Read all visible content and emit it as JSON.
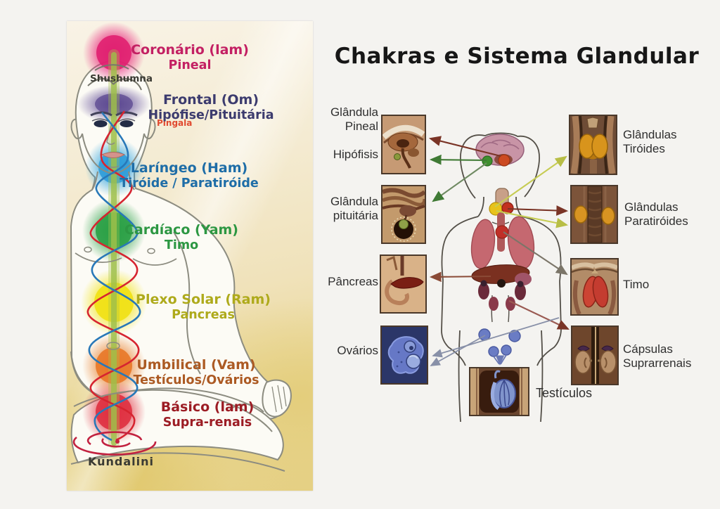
{
  "poster": {
    "title": "Chakras e Sistema Glandular",
    "title_color": "#171717"
  },
  "chakra_figure": {
    "nadis": {
      "shushumna": "Shushumna",
      "pingala": "Pingala",
      "kundalini": "Kundalini"
    },
    "chakras": [
      {
        "name": "Coronário (lam)",
        "gland": "Pineal",
        "color": "#c32063"
      },
      {
        "name": "Frontal (Om)",
        "gland": "Hipófise/Pituitária",
        "color": "#3c3b6e"
      },
      {
        "name": "Laríngeo (Ham)",
        "gland": "Tiróide / Paratiróide",
        "color": "#1e6da7"
      },
      {
        "name": "Cardíaco (Yam)",
        "gland": "Timo",
        "color": "#2c9742"
      },
      {
        "name": "Plexo Solar (Ram)",
        "gland": "Pancreas",
        "color": "#aeaa1b"
      },
      {
        "name": "Umbilical (Vam)",
        "gland": "Testículos/Ovários",
        "color": "#ac5a23"
      },
      {
        "name": "Básico (lam)",
        "gland": "Supra-renais",
        "color": "#9c1c24"
      }
    ]
  },
  "gland_diagram": {
    "left_labels": [
      "Glândula Pineal",
      "Hipófisis",
      "Glândula pituitária",
      "Pâncreas",
      "Ovários"
    ],
    "right_labels": [
      "Glândulas Tiróides",
      "Glândulas Paratiróides",
      "Timo",
      "Cápsulas Suprarrenais"
    ],
    "bottom_label": "Testículos"
  }
}
